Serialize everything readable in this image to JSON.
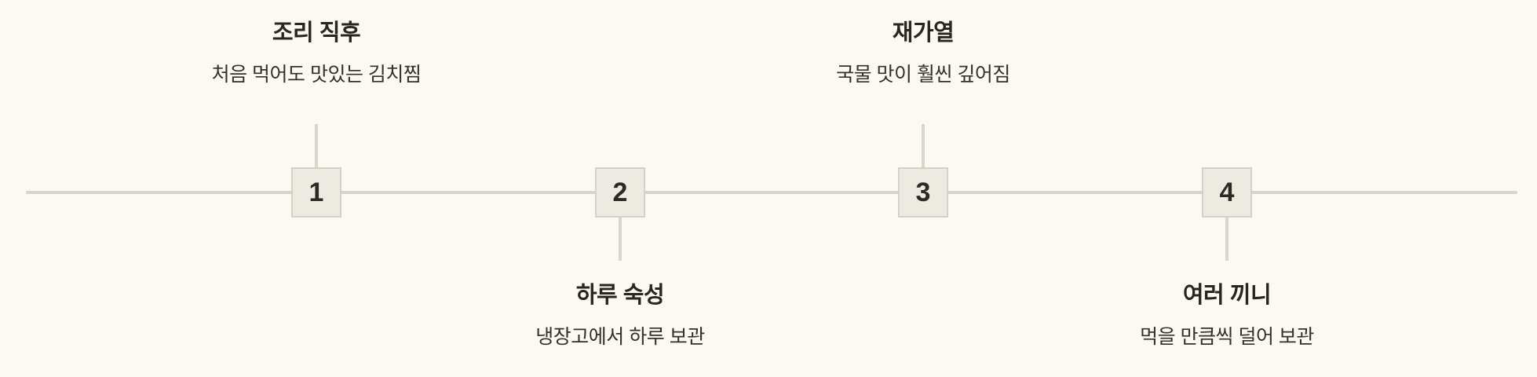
{
  "timeline": {
    "description": "4-step horizontal timeline diagram (Korean) about storing/reheating kimchi-jjim",
    "colors": {
      "background": "#fbf9f2",
      "axis_line": "#d7d4ca",
      "connector_line": "#d9d6cc",
      "box_fill": "#edeae2",
      "box_border": "#d4d1c8",
      "text_dark": "#2b2a24"
    },
    "steps": [
      {
        "number": "1",
        "title": "조리 직후",
        "subtitle": "처음 먹어도 맛있는 김치찜",
        "label_position": "above"
      },
      {
        "number": "2",
        "title": "하루 숙성",
        "subtitle": "냉장고에서 하루 보관",
        "label_position": "below"
      },
      {
        "number": "3",
        "title": "재가열",
        "subtitle": "국물 맛이 훨씬 깊어짐",
        "label_position": "above"
      },
      {
        "number": "4",
        "title": "여러 끼니",
        "subtitle": "먹을 만큼씩 덜어 보관",
        "label_position": "below"
      }
    ]
  }
}
